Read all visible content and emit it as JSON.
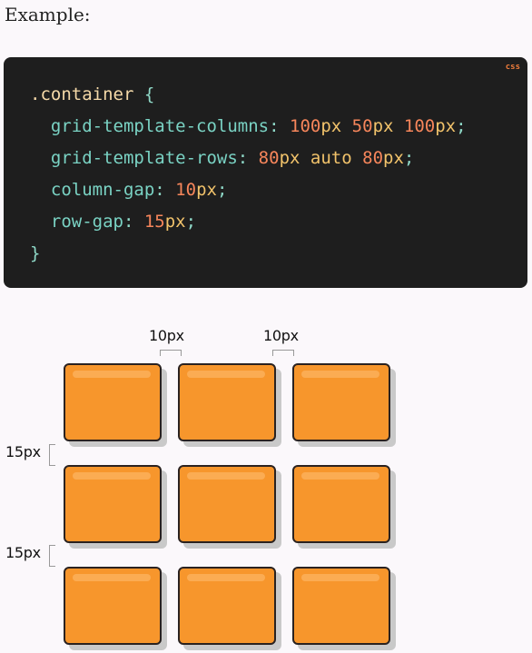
{
  "heading": "Example:",
  "code_block": {
    "language_badge": "css",
    "lines": [
      [
        {
          "t": ".container ",
          "k": "selector"
        },
        {
          "t": "{",
          "k": "punc"
        }
      ],
      [
        {
          "t": "  grid-template-columns",
          "k": "prop"
        },
        {
          "t": ": ",
          "k": "punc"
        },
        {
          "t": "100",
          "k": "num"
        },
        {
          "t": "px",
          "k": "unit"
        },
        {
          "t": " ",
          "k": "punc"
        },
        {
          "t": "50",
          "k": "num"
        },
        {
          "t": "px",
          "k": "unit"
        },
        {
          "t": " ",
          "k": "punc"
        },
        {
          "t": "100",
          "k": "num"
        },
        {
          "t": "px",
          "k": "unit"
        },
        {
          "t": ";",
          "k": "punc"
        }
      ],
      [
        {
          "t": "  grid-template-rows",
          "k": "prop"
        },
        {
          "t": ": ",
          "k": "punc"
        },
        {
          "t": "80",
          "k": "num"
        },
        {
          "t": "px",
          "k": "unit"
        },
        {
          "t": " ",
          "k": "punc"
        },
        {
          "t": "auto",
          "k": "kw"
        },
        {
          "t": " ",
          "k": "punc"
        },
        {
          "t": "80",
          "k": "num"
        },
        {
          "t": "px",
          "k": "unit"
        },
        {
          "t": ";",
          "k": "punc"
        }
      ],
      [
        {
          "t": "  column-gap",
          "k": "prop"
        },
        {
          "t": ": ",
          "k": "punc"
        },
        {
          "t": "10",
          "k": "num"
        },
        {
          "t": "px",
          "k": "unit"
        },
        {
          "t": ";",
          "k": "punc"
        }
      ],
      [
        {
          "t": "  row-gap",
          "k": "prop"
        },
        {
          "t": ": ",
          "k": "punc"
        },
        {
          "t": "15",
          "k": "num"
        },
        {
          "t": "px",
          "k": "unit"
        },
        {
          "t": ";",
          "k": "punc"
        }
      ],
      [
        {
          "t": "}",
          "k": "punc"
        }
      ]
    ]
  },
  "diagram": {
    "column_gap_labels": [
      "10px",
      "10px"
    ],
    "row_gap_labels": [
      "15px",
      "15px"
    ],
    "grid": {
      "rows": 3,
      "columns": 3
    },
    "colors": {
      "cell_fill": "#f7962c",
      "cell_outline": "#2a2220",
      "cell_shadow": "#c9c9c9"
    }
  }
}
